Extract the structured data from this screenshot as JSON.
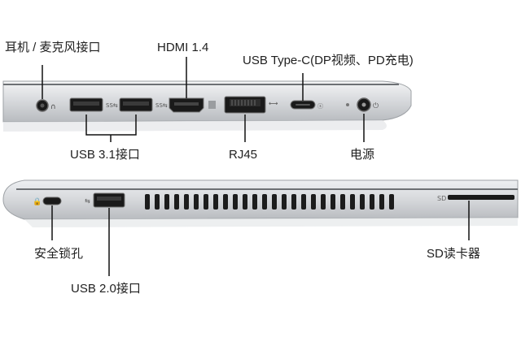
{
  "labels": {
    "headphone": "耳机 / 麦克风接口",
    "hdmi": "HDMI 1.4",
    "usb_c": "USB Type-C(DP视频、PD充电)",
    "usb31": "USB 3.1接口",
    "rj45": "RJ45",
    "power": "电源",
    "lock": "安全锁孔",
    "usb20": "USB 2.0接口",
    "sd_reader": "SD读卡器"
  },
  "port_marks": {
    "sd": "SD"
  },
  "colors": {
    "chassis": "#cfd2d6",
    "chassis_dark": "#8e9296",
    "port_black": "#1a1a1a",
    "usb_blue_none": "#2a2a2a",
    "leader_line": "#111111"
  }
}
